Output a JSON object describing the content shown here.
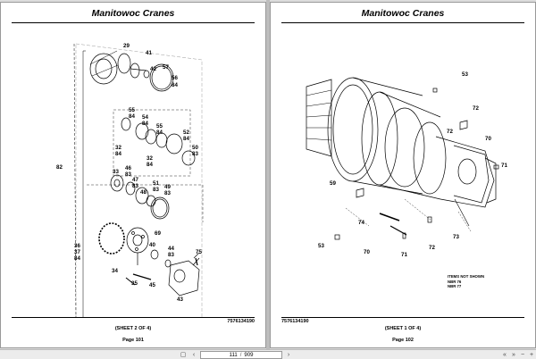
{
  "header": {
    "left_title": "Manitowoc Cranes",
    "right_title": "Manitowoc Cranes"
  },
  "left_page": {
    "part_number": "7576134190",
    "sheet": "(SHEET 2 OF 4)",
    "page_label": "Page 101",
    "callouts": [
      "29",
      "41",
      "42",
      "57",
      "56",
      "84",
      "55",
      "84",
      "54",
      "84",
      "55",
      "84",
      "52",
      "84",
      "32",
      "84",
      "32",
      "84",
      "50",
      "83",
      "82",
      "33",
      "46",
      "83",
      "47",
      "83",
      "48",
      "51",
      "83",
      "49",
      "83",
      "69",
      "36",
      "37",
      "84",
      "40",
      "44",
      "83",
      "75",
      "34",
      "35",
      "45",
      "43"
    ]
  },
  "right_page": {
    "part_number": "7576134190",
    "sheet": "(SHEET 1 OF 4)",
    "page_label": "Page 102",
    "callouts": [
      "53",
      "72",
      "72",
      "70",
      "71",
      "59",
      "74",
      "53",
      "70",
      "72",
      "73",
      "71"
    ],
    "notes": [
      "ITEMS NOT SHOWN",
      "NBR 76",
      "NBR 77"
    ]
  },
  "toolbar": {
    "current_page": "111",
    "separator": "/",
    "total_pages": "909",
    "icons": [
      "fit-page-icon",
      "prev-page-icon",
      "next-page-icon",
      "first-page-icon",
      "last-page-icon",
      "zoom-out-icon",
      "zoom-in-icon"
    ]
  }
}
